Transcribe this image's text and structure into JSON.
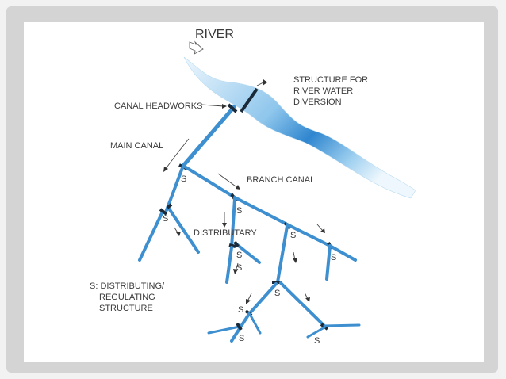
{
  "labels": {
    "river": "RIVER",
    "structure_for": "STRUCTURE FOR",
    "river_water": "RIVER WATER",
    "diversion": "DIVERSION",
    "canal_headworks": "CANAL HEADWORKS",
    "main_canal": "MAIN CANAL",
    "branch_canal": "BRANCH CANAL",
    "distributary": "DISTRIBUTARY",
    "legend_line1": "S: DISTRIBUTING/",
    "legend_line2": "REGULATING",
    "legend_line3": "STRUCTURE",
    "s_marker": "S"
  },
  "colors": {
    "river_fill_light": "#e2f1fb",
    "river_fill_dark": "#2f86cf",
    "canal": "#3d8fcf",
    "structure": "#1b2a38",
    "text": "#3b3b3b"
  }
}
